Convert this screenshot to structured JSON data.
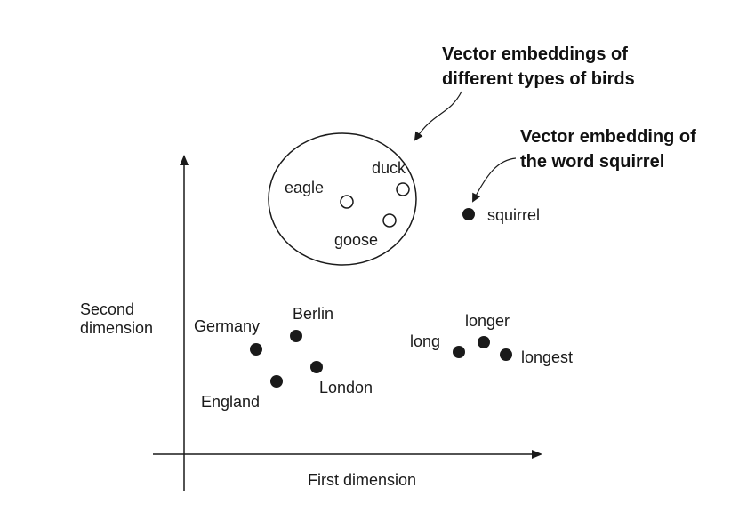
{
  "axes": {
    "x_label": "First dimension",
    "y_label_lines": [
      "Second",
      "dimension"
    ]
  },
  "callouts": {
    "birds_lines": [
      "Vector embeddings of",
      "different types of birds"
    ],
    "squirrel_lines": [
      "Vector embedding of",
      "the word squirrel"
    ]
  },
  "points": [
    {
      "id": "eagle",
      "label": "eagle",
      "filled": false,
      "group": "birds"
    },
    {
      "id": "duck",
      "label": "duck",
      "filled": false,
      "group": "birds"
    },
    {
      "id": "goose",
      "label": "goose",
      "filled": false,
      "group": "birds"
    },
    {
      "id": "squirrel",
      "label": "squirrel",
      "filled": true,
      "group": "animal"
    },
    {
      "id": "germany",
      "label": "Germany",
      "filled": true,
      "group": "countries"
    },
    {
      "id": "berlin",
      "label": "Berlin",
      "filled": true,
      "group": "countries"
    },
    {
      "id": "england",
      "label": "England",
      "filled": true,
      "group": "countries"
    },
    {
      "id": "london",
      "label": "London",
      "filled": true,
      "group": "countries"
    },
    {
      "id": "long",
      "label": "long",
      "filled": true,
      "group": "adjectives"
    },
    {
      "id": "longer",
      "label": "longer",
      "filled": true,
      "group": "adjectives"
    },
    {
      "id": "longest",
      "label": "longest",
      "filled": true,
      "group": "adjectives"
    }
  ],
  "colors": {
    "ink": "#1a1a1a",
    "background": "#ffffff"
  }
}
